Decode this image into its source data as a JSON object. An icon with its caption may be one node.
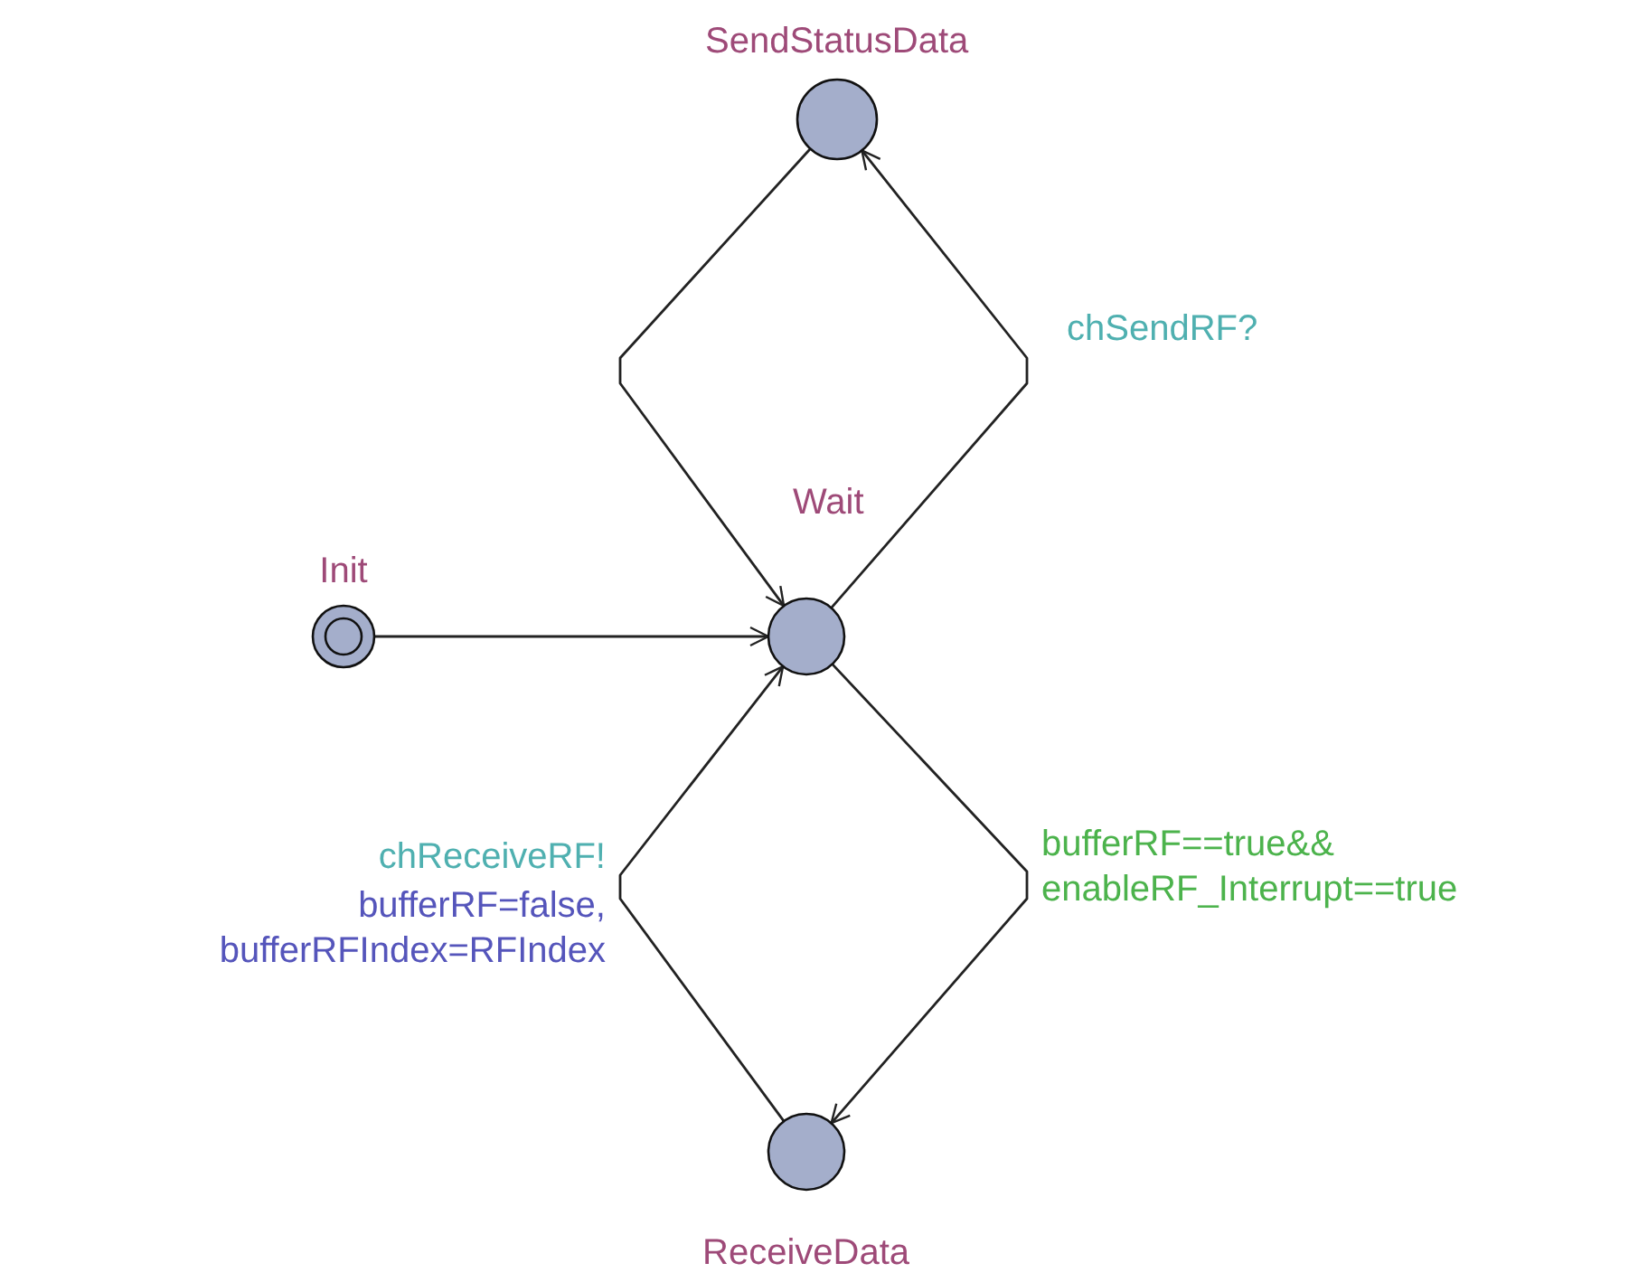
{
  "diagram": {
    "nodes": [
      {
        "text": [
          "SendStatusData"
        ]
      },
      {
        "text": [
          "Init"
        ]
      },
      {
        "text": [
          "Wait"
        ]
      },
      {
        "text": [
          "ReceiveData"
        ]
      }
    ],
    "edges": [
      {
        "from": 1,
        "to": 2,
        "arrow": "to"
      },
      {
        "from": 0,
        "to": 2,
        "arrow": "to"
      },
      {
        "from": 2,
        "to": 0,
        "arrow": "to",
        "label": "chSendRF?"
      },
      {
        "from": 2,
        "to": 3,
        "arrow": "to",
        "label": "bufferRF==true&& enableRF_Interrupt==true"
      },
      {
        "from": 3,
        "to": 2,
        "arrow": "to",
        "label": "chReceiveRF!"
      }
    ],
    "labels": [
      "bufferRF=false, bufferRFIndex=RFIndex"
    ]
  }
}
